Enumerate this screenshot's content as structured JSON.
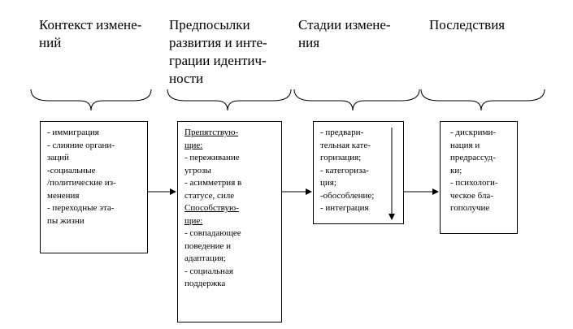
{
  "columns": [
    {
      "header": "Контекст измене-\nний",
      "box": [
        {
          "text": "- иммиграция"
        },
        {
          "text": "- слияние органи-"
        },
        {
          "text": "заций"
        },
        {
          "text": "-социальные"
        },
        {
          "text": "/политические из-"
        },
        {
          "text": "менения"
        },
        {
          "text": "- переходные эта-"
        },
        {
          "text": "пы жизни"
        }
      ]
    },
    {
      "header": "Предпосылки\nразвития и инте-\nграции идентич-\nности",
      "box": [
        {
          "text": "Препятствую-",
          "underline": true
        },
        {
          "text": "щие:",
          "underline": true
        },
        {
          "text": "- переживание"
        },
        {
          "text": "угрозы"
        },
        {
          "text": "- асимметрия в"
        },
        {
          "text": "статусе, силе"
        },
        {
          "text": "Способствую-",
          "underline": true
        },
        {
          "text": "щие:",
          "underline": true
        },
        {
          "text": "- совпадающее"
        },
        {
          "text": "поведение и"
        },
        {
          "text": "адаптация;"
        },
        {
          "text": "- социальная"
        },
        {
          "text": "поддержка"
        }
      ]
    },
    {
      "header": "Стадии измене-\nния",
      "box": [
        {
          "text": "- предвари-"
        },
        {
          "text": "тельная кате-"
        },
        {
          "text": "горизация;"
        },
        {
          "text": "- категориза-"
        },
        {
          "text": "ция;"
        },
        {
          "text": "-обособление;"
        },
        {
          "text": "- интеграция"
        }
      ]
    },
    {
      "header": "Последствия",
      "box": [
        {
          "text": "- дискрими-"
        },
        {
          "text": "нация и"
        },
        {
          "text": "предрассуд-"
        },
        {
          "text": "ки;"
        },
        {
          "text": "- психологи-"
        },
        {
          "text": "ческое бла-"
        },
        {
          "text": "гополучие"
        }
      ]
    }
  ]
}
